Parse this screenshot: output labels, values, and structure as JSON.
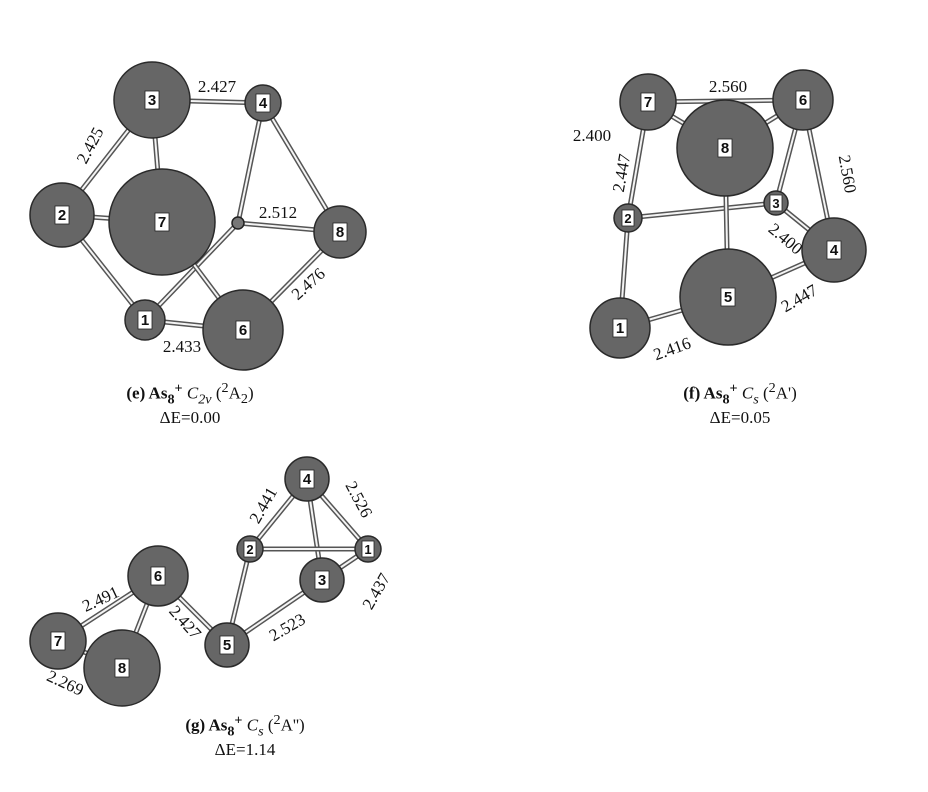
{
  "structures": [
    {
      "id": "e",
      "caption": {
        "prefix": "(e) As",
        "sub": "8",
        "sup": "+",
        "group": "C",
        "group_sub": "2v",
        "state": "(",
        "state_sup": "2",
        "state_main": "A",
        "state_sub": "2",
        "state_end": ")"
      },
      "energy": "ΔE=0.00",
      "atoms": [
        "3",
        "4",
        "2",
        "7",
        "8",
        "1",
        "6"
      ],
      "bonds": [
        "2.427",
        "2.425",
        "2.512",
        "2.476",
        "2.433"
      ]
    },
    {
      "id": "f",
      "caption": {
        "prefix": "(f) As",
        "sub": "8",
        "sup": "+",
        "group": "C",
        "group_sub": "s",
        "state": "(",
        "state_sup": "2",
        "state_main": "A'",
        "state_sub": "",
        "state_end": ")"
      },
      "energy": "ΔE=0.05",
      "atoms": [
        "7",
        "6",
        "8",
        "2",
        "3",
        "4",
        "5",
        "1"
      ],
      "bonds": [
        "2.560",
        "2.400",
        "2.447",
        "2.560",
        "2.400",
        "2.447",
        "2.416"
      ]
    },
    {
      "id": "g",
      "caption": {
        "prefix": "(g) As",
        "sub": "8",
        "sup": "+",
        "group": "C",
        "group_sub": "s",
        "state": "(",
        "state_sup": "2",
        "state_main": "A''",
        "state_sub": "",
        "state_end": ")"
      },
      "energy": "ΔE=1.14",
      "atoms": [
        "4",
        "2",
        "1",
        "3",
        "6",
        "7",
        "8",
        "5"
      ],
      "bonds": [
        "2.441",
        "2.526",
        "2.437",
        "2.523",
        "2.491",
        "2.427",
        "2.269"
      ]
    }
  ]
}
